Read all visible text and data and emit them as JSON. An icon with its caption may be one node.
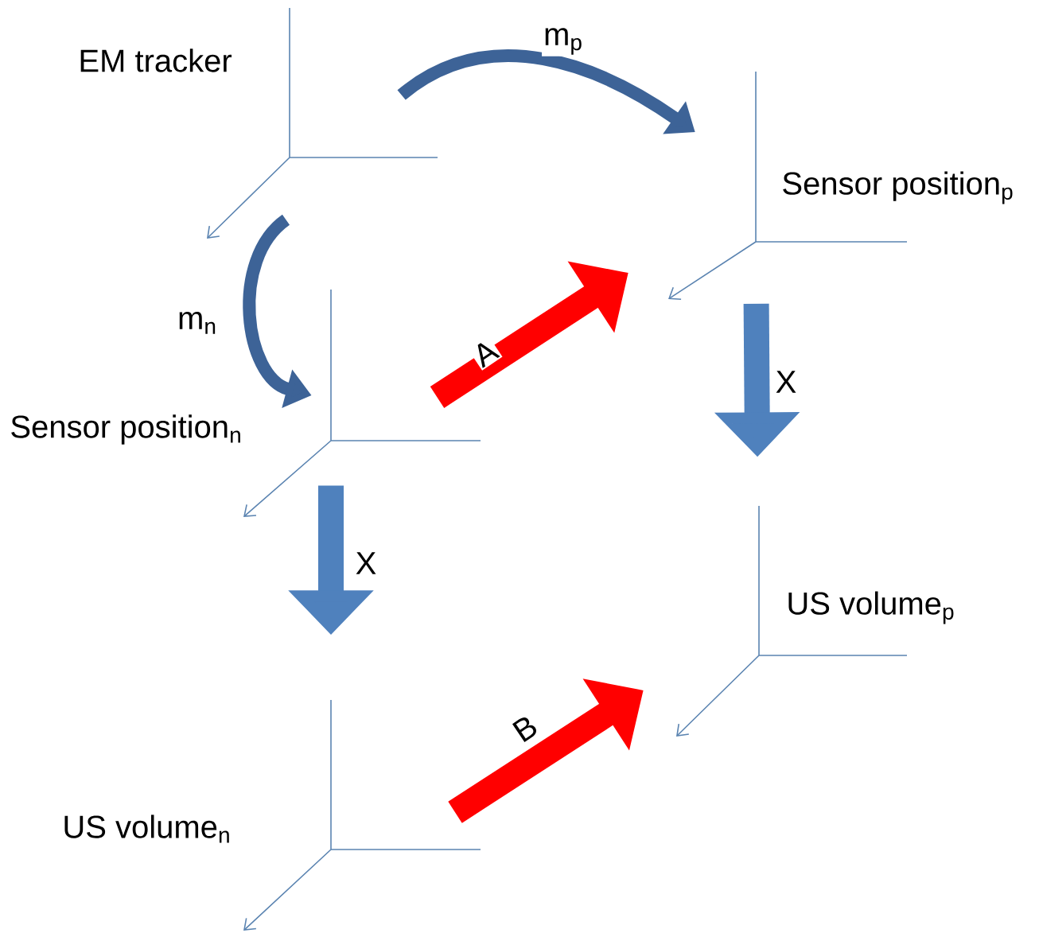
{
  "diagram": {
    "nodes": [
      {
        "text": [
          "EM tracker"
        ]
      },
      {
        "text": [
          "Sensor position$_{p}$"
        ]
      },
      {
        "text": [
          "Sensor position$_{n}$"
        ]
      },
      {
        "text": [
          "US volume$_{p}$"
        ]
      },
      {
        "text": [
          "US volume$_{n}$"
        ]
      }
    ],
    "edges": [
      {
        "from": 0,
        "to": 1,
        "arrow": "to",
        "label": "m$_{p}$",
        "color": "#3d6397"
      },
      {
        "from": 0,
        "to": 2,
        "arrow": "to",
        "label": "m$_{n}$",
        "color": "#3d6397"
      },
      {
        "from": 2,
        "to": 1,
        "arrow": "to",
        "label": "A",
        "color": "#ff0000"
      },
      {
        "from": 1,
        "to": 3,
        "arrow": "to",
        "label": "X",
        "color": "#4f81bd"
      },
      {
        "from": 2,
        "to": 4,
        "arrow": "to",
        "label": "X",
        "color": "#4f81bd"
      },
      {
        "from": 4,
        "to": 3,
        "arrow": "to",
        "label": "B",
        "color": "#ff0000"
      }
    ]
  }
}
